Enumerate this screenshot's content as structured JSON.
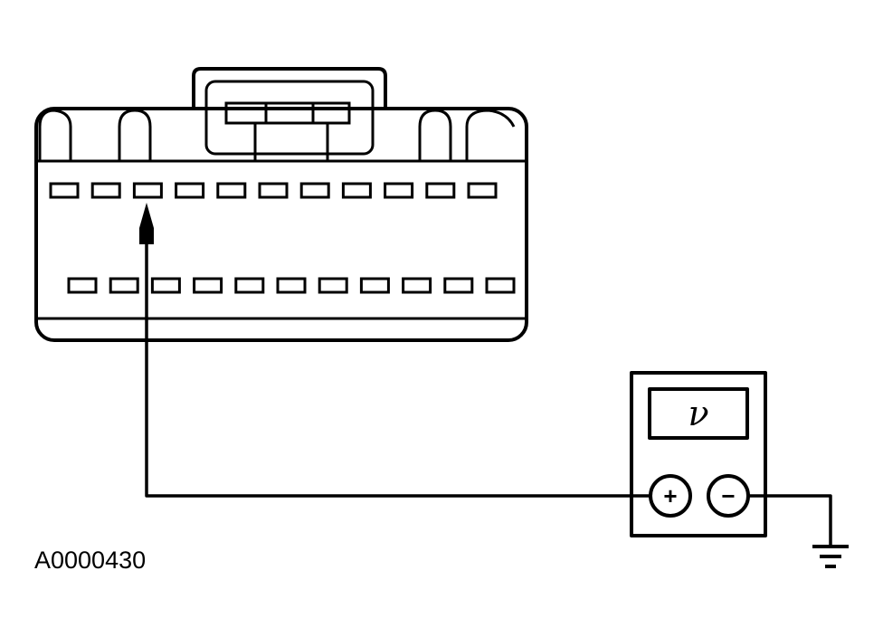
{
  "figure_id": "A0000430",
  "meter": {
    "display_symbol": "ν",
    "positive_symbol": "+",
    "negative_symbol": "−"
  },
  "connector": {
    "top_row_pin_count": 11,
    "bottom_row_pin_count": 11,
    "probed_pin": "top-row pin 3"
  }
}
